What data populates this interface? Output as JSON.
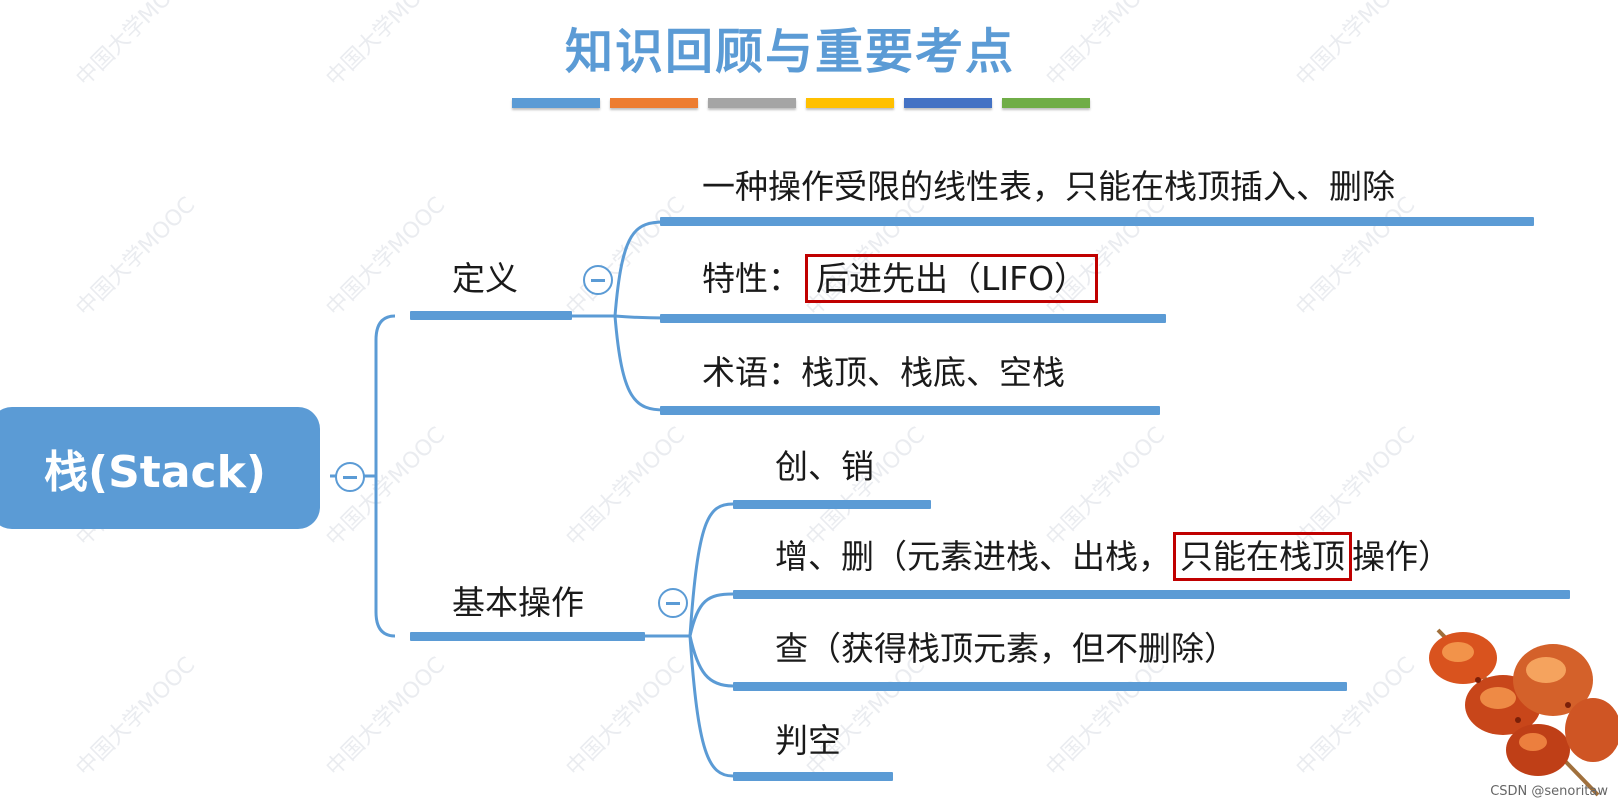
{
  "title": "知识回顾与重要考点",
  "color_bars": [
    "#5b9bd5",
    "#ed7d31",
    "#a5a5a5",
    "#ffc000",
    "#4472c4",
    "#70ad47"
  ],
  "watermark": "中国大学MOOC",
  "root": {
    "label": "栈(Stack)"
  },
  "branches": [
    {
      "label": "定义",
      "children": [
        {
          "text": "一种操作受限的线性表，只能在栈顶插入、删除"
        },
        {
          "prefix": "特性：",
          "highlight": "后进先出（LIFO）"
        },
        {
          "text": "术语：栈顶、栈底、空栈"
        }
      ]
    },
    {
      "label": "基本操作",
      "children": [
        {
          "text": "创、销"
        },
        {
          "prefix": "增、删（元素进栈、出栈，",
          "highlight": "只能在栈顶",
          "suffix": "操作）"
        },
        {
          "text": "查（获得栈顶元素，但不删除）"
        },
        {
          "text": "判空"
        }
      ]
    }
  ],
  "credit": "CSDN @senoritaw",
  "colors": {
    "accent": "#5b9bd5",
    "highlight_border": "#c00000"
  }
}
